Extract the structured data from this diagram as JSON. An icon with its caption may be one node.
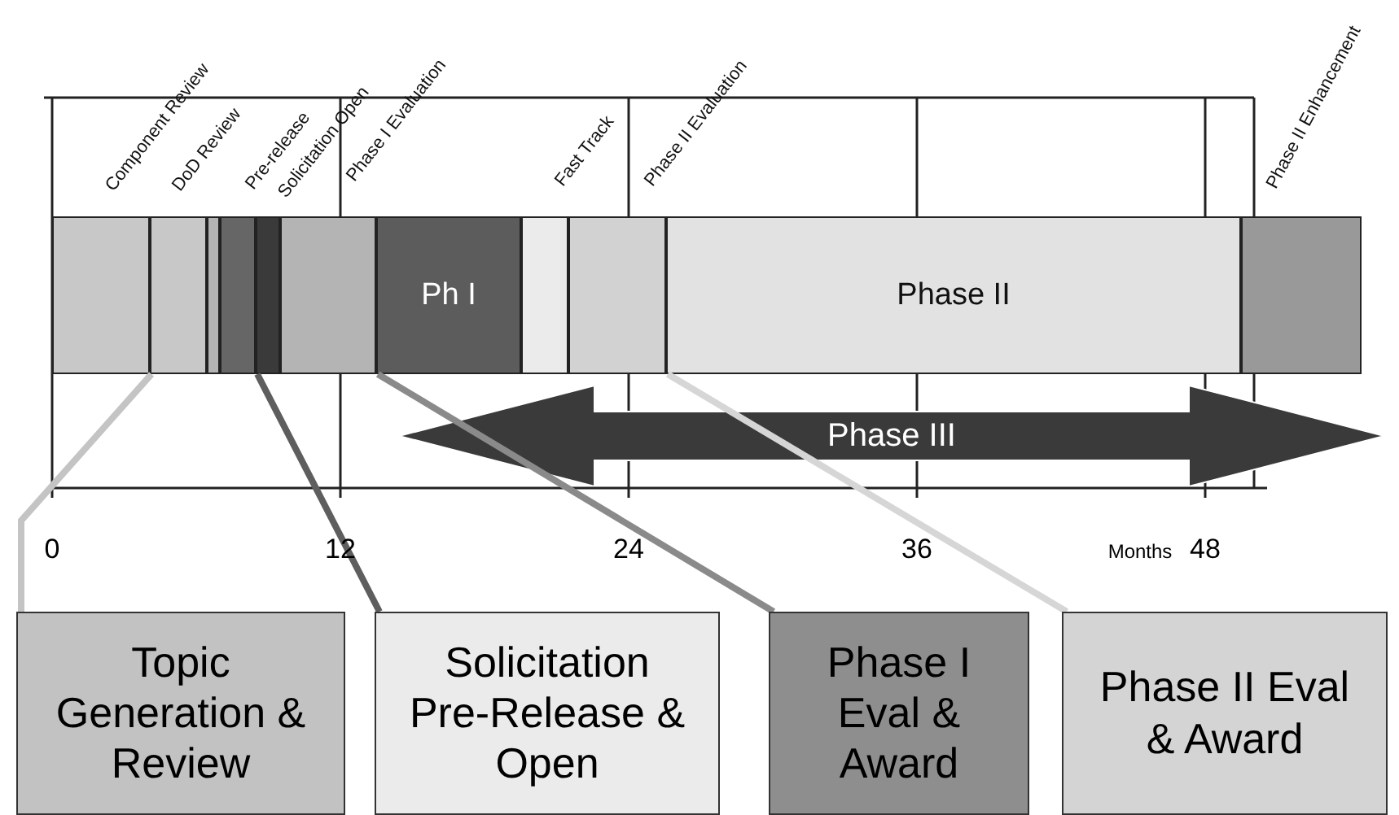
{
  "diagram": {
    "nodes": [
      {
        "text": [],
        "shape": "bar"
      },
      {
        "text": [],
        "shape": "bar"
      },
      {
        "text": [],
        "shape": "bar"
      },
      {
        "text": [],
        "shape": "bar"
      },
      {
        "text": [],
        "shape": "bar"
      },
      {
        "text": [],
        "shape": "bar"
      },
      {
        "text": [
          "Ph I"
        ]
      },
      {
        "text": [],
        "shape": "bar"
      },
      {
        "text": [],
        "shape": "bar"
      },
      {
        "text": [
          "Phase II"
        ]
      },
      {
        "text": [],
        "shape": "bar"
      },
      {
        "text": [
          "Phase III"
        ]
      },
      {
        "text": [
          "Topic Generation & Review"
        ]
      },
      {
        "text": [
          "Solicitation Pre-Release & Open"
        ]
      },
      {
        "text": [
          "Phase I Eval & Award"
        ]
      },
      {
        "text": [
          "Phase II Eval & Award"
        ]
      }
    ],
    "edges": [
      {
        "from": 12,
        "to": 1,
        "arrow": "none",
        "color": "#c4c4c4"
      },
      {
        "from": 13,
        "to": 4,
        "arrow": "none",
        "color": "#5e5e5e"
      },
      {
        "from": 14,
        "to": 6,
        "arrow": "none",
        "color": "#8a8a8a"
      },
      {
        "from": 15,
        "to": 9,
        "arrow": "none",
        "color": "#d6d6d6"
      }
    ],
    "labels": [
      "Component Review",
      "DoD Review",
      "Pre-release",
      "Solicitation Open",
      "Phase I Evaluation",
      "Fast Track",
      "Phase II Evaluation",
      "Phase II Enhancement",
      "0",
      "12",
      "24",
      "36",
      "Months",
      "48"
    ]
  }
}
